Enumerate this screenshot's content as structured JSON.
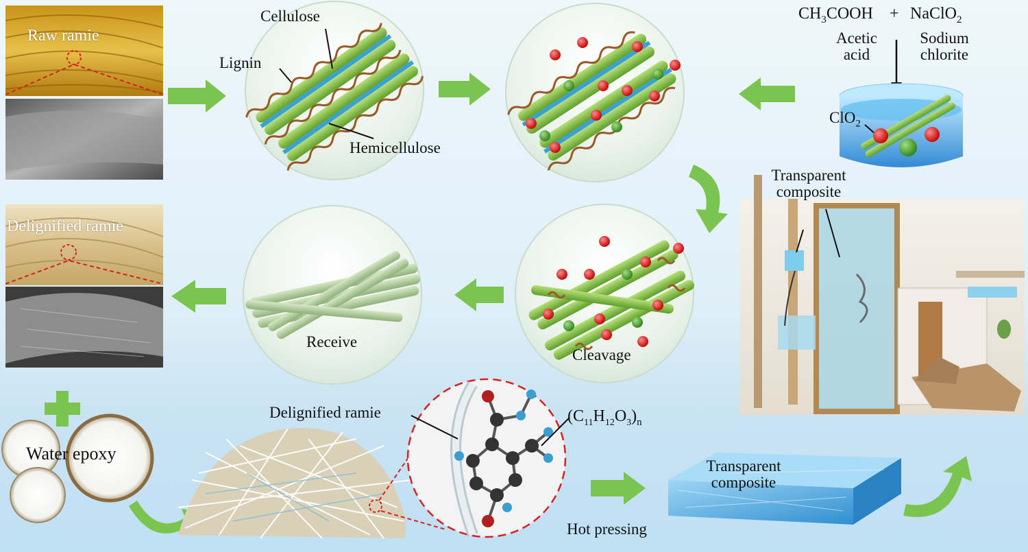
{
  "labels": {
    "raw_ramie": "Raw ramie",
    "delignified_ramie_photo": "Delignified ramie",
    "cellulose": "Cellulose",
    "lignin": "Lignin",
    "hemicellulose": "Hemicellulose",
    "acetic_formula": "CH3COOH",
    "plus": "+",
    "chlorite_formula": "NaClO2",
    "acetic_line1": "Acetic",
    "acetic_line2": "acid",
    "sodium_line1": "Sodium",
    "sodium_line2": "chlorite",
    "clo2": "ClO2",
    "transparent_line1": "Transparent",
    "composite_line2": "composite",
    "receive": "Receive",
    "cleavage": "Cleavage",
    "water_epoxy": "Water epoxy",
    "delignified_ramie_fiber": "Delignified ramie",
    "polymer_formula": "(C11H12O3)n",
    "hot_pressing": "Hot pressing",
    "transparent_composite_line1": "Transparent",
    "transparent_composite_line2": "composite"
  },
  "colors": {
    "arrow_green": "#6cc04a",
    "lignin_brown": "#9a5a28",
    "cellulose_green": "#8cc63f",
    "hemicellulose_blue": "#3aa0d8",
    "clo2_red": "#e02020",
    "reagent_green": "#3f9f2f"
  }
}
